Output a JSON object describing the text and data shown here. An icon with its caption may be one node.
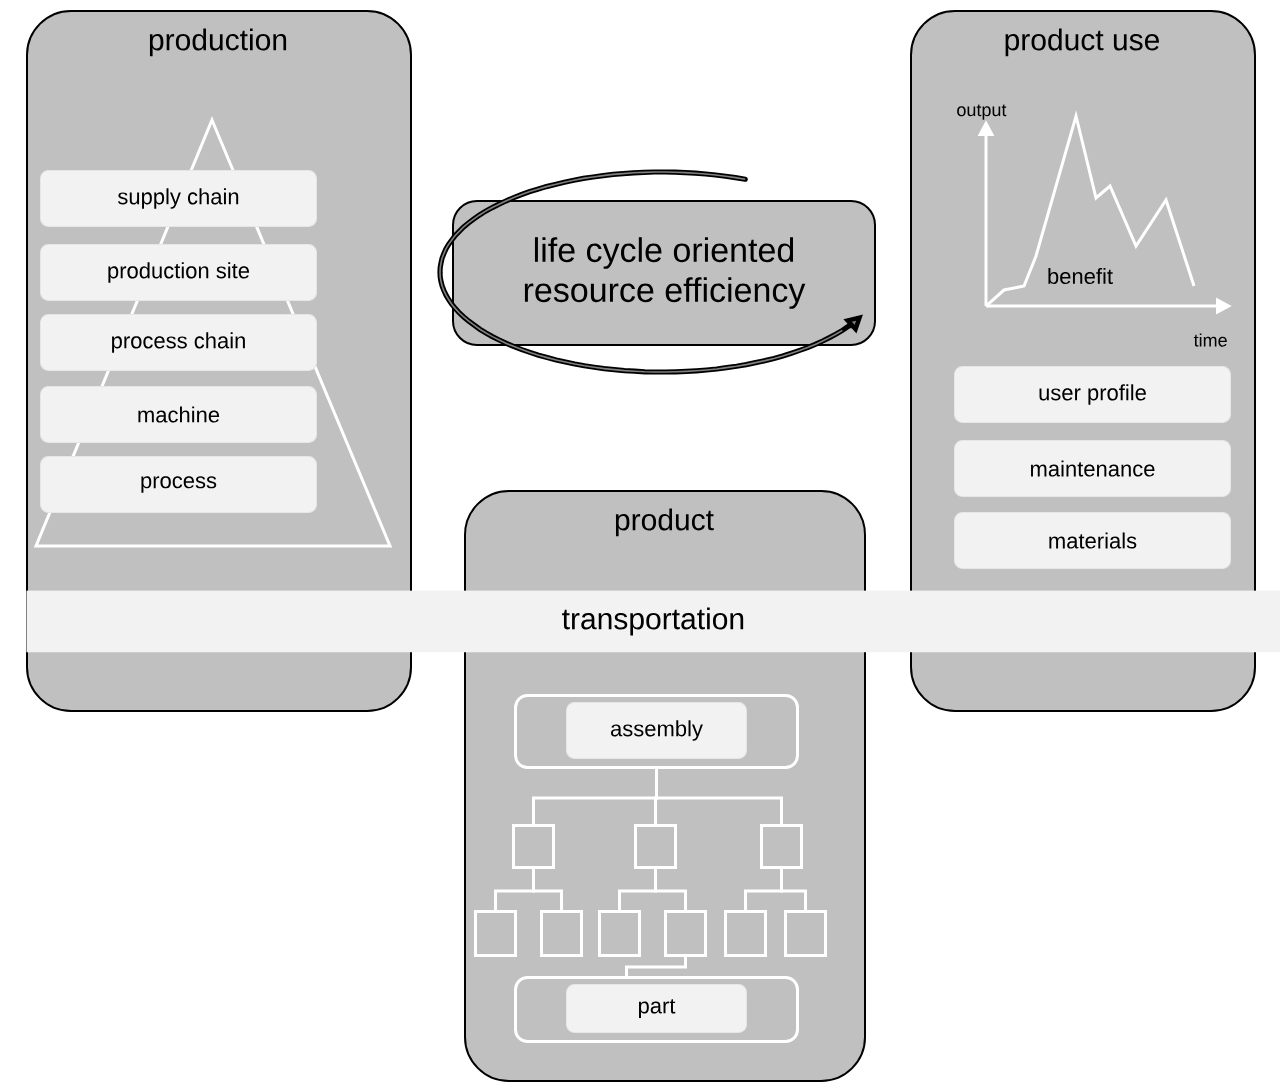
{
  "diagram": {
    "nodes": [
      {
        "text": [
          "production"
        ]
      },
      {
        "text": [
          "supply chain"
        ],
        "in": 0
      },
      {
        "text": [
          "production site"
        ],
        "in": 0
      },
      {
        "text": [
          "process chain"
        ],
        "in": 0
      },
      {
        "text": [
          "machine"
        ],
        "in": 0
      },
      {
        "text": [
          "process"
        ],
        "in": 0
      },
      {
        "text": [
          "life cycle oriented resource efficiency"
        ]
      },
      {
        "text": [
          "product use"
        ]
      },
      {
        "text": [
          "user profile"
        ],
        "in": 7
      },
      {
        "text": [
          "maintenance"
        ],
        "in": 7
      },
      {
        "text": [
          "materials"
        ],
        "in": 7
      },
      {
        "text": [
          "product"
        ]
      },
      {
        "text": [
          "transportation"
        ]
      },
      {
        "text": [],
        "shape": "box",
        "in": 11
      },
      {
        "text": [
          "assembly"
        ],
        "in": 13
      },
      {
        "text": [],
        "shape": "box",
        "in": 11
      },
      {
        "text": [],
        "shape": "box",
        "in": 11
      },
      {
        "text": [],
        "shape": "box",
        "in": 11
      },
      {
        "text": [],
        "shape": "box",
        "in": 11
      },
      {
        "text": [],
        "shape": "box",
        "in": 11
      },
      {
        "text": [],
        "shape": "box",
        "in": 11
      },
      {
        "text": [],
        "shape": "box",
        "in": 11
      },
      {
        "text": [],
        "shape": "box",
        "in": 11
      },
      {
        "text": [],
        "shape": "box",
        "in": 11
      },
      {
        "text": [],
        "shape": "box",
        "in": 11
      },
      {
        "text": [
          "part"
        ],
        "in": 24
      }
    ],
    "edges": [
      {
        "from": 13,
        "to": 15,
        "arrow": "none"
      },
      {
        "from": 13,
        "to": 16,
        "arrow": "none"
      },
      {
        "from": 13,
        "to": 17,
        "arrow": "none"
      },
      {
        "from": 15,
        "to": 18,
        "arrow": "none"
      },
      {
        "from": 15,
        "to": 19,
        "arrow": "none"
      },
      {
        "from": 16,
        "to": 20,
        "arrow": "none"
      },
      {
        "from": 16,
        "to": 21,
        "arrow": "none"
      },
      {
        "from": 17,
        "to": 22,
        "arrow": "none"
      },
      {
        "from": 17,
        "to": 23,
        "arrow": "none"
      },
      {
        "from": 21,
        "to": 24,
        "arrow": "none"
      }
    ],
    "labels": [
      "output",
      "benefit",
      "time"
    ]
  }
}
